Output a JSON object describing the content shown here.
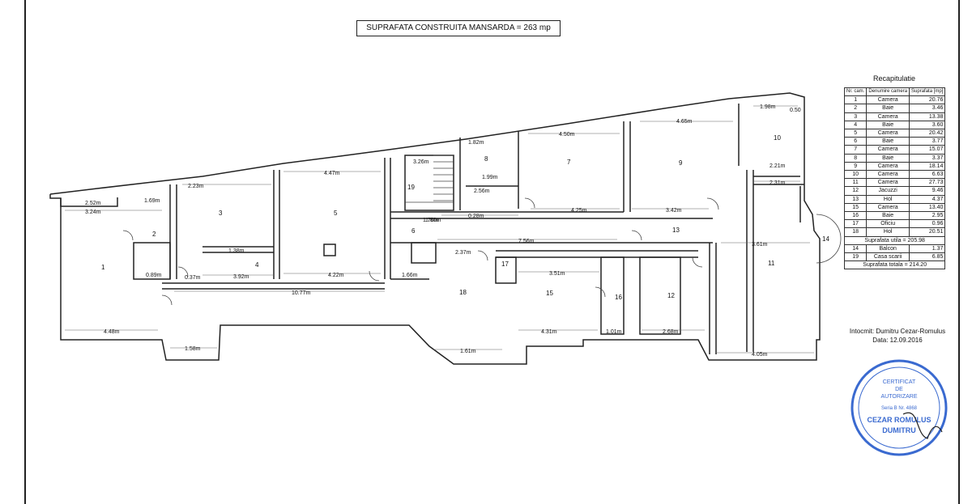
{
  "title": "SUPRAFATA CONSTRUITA MANSARDA = 263 mp",
  "recap": {
    "title": "Recapitulatie",
    "headers": [
      "Nr. cam.",
      "Denumire camera",
      "Suprafata [mp]"
    ],
    "rows": [
      {
        "nr": "1",
        "name": "Camera",
        "area": "20.76"
      },
      {
        "nr": "2",
        "name": "Baie",
        "area": "3.46"
      },
      {
        "nr": "3",
        "name": "Camera",
        "area": "13.38"
      },
      {
        "nr": "4",
        "name": "Baie",
        "area": "3.60"
      },
      {
        "nr": "5",
        "name": "Camera",
        "area": "20.42"
      },
      {
        "nr": "6",
        "name": "Baie",
        "area": "3.77"
      },
      {
        "nr": "7",
        "name": "Camera",
        "area": "15.07"
      },
      {
        "nr": "8",
        "name": "Baie",
        "area": "3.37"
      },
      {
        "nr": "9",
        "name": "Camera",
        "area": "18.14"
      },
      {
        "nr": "10",
        "name": "Camera",
        "area": "6.63"
      },
      {
        "nr": "11",
        "name": "Camera",
        "area": "27.73"
      },
      {
        "nr": "12",
        "name": "Jacuzzi",
        "area": "9.46"
      },
      {
        "nr": "13",
        "name": "Hol",
        "area": "4.37"
      },
      {
        "nr": "15",
        "name": "Camera",
        "area": "13.40"
      },
      {
        "nr": "16",
        "name": "Baie",
        "area": "2.95"
      },
      {
        "nr": "17",
        "name": "Oficiu",
        "area": "0.96"
      },
      {
        "nr": "18",
        "name": "Hol",
        "area": "20.51"
      }
    ],
    "subtotal_util": "Suprafata utila = 205.98",
    "extra_rows": [
      {
        "nr": "14",
        "name": "Balcon",
        "area": "1.37"
      },
      {
        "nr": "19",
        "name": "Casa scarii",
        "area": "6.85"
      }
    ],
    "total": "Suprafata totala = 214.20"
  },
  "author": {
    "line1": "Intocmit: Dumitru Cezar-Romulus",
    "line2": "Data: 12.09.2016"
  },
  "stamp": {
    "top": "CERTIFICAT",
    "de": "DE",
    "auth": "AUTORIZARE",
    "serie": "Seria B  Nr. 4868",
    "name1": "CEZAR ROMULUS",
    "name2": "DUMITRU"
  },
  "rooms": [
    {
      "n": "1"
    },
    {
      "n": "2"
    },
    {
      "n": "3"
    },
    {
      "n": "4"
    },
    {
      "n": "5"
    },
    {
      "n": "6"
    },
    {
      "n": "7"
    },
    {
      "n": "8"
    },
    {
      "n": "9"
    },
    {
      "n": "10"
    },
    {
      "n": "11"
    },
    {
      "n": "12"
    },
    {
      "n": "13"
    },
    {
      "n": "14"
    },
    {
      "n": "15"
    },
    {
      "n": "16"
    },
    {
      "n": "17"
    },
    {
      "n": "18"
    },
    {
      "n": "19"
    }
  ],
  "dims": [
    "2.52m",
    "3.24m",
    "1.69m",
    "2.23m",
    "4.47m",
    "3.26m",
    "1.80m",
    "1.82m",
    "4.50m",
    "4.65m",
    "1.98m",
    "0.50",
    "2.21m",
    "2.31m",
    "4.25m",
    "3.42m",
    "7.56m",
    "2.37m",
    "3.51m",
    "1.38m",
    "3.92m",
    "4.22m",
    "1.66m",
    "10.77m",
    "4.48m",
    "1.58m",
    "1.61m",
    "4.31m",
    "1.01m",
    "2.68m",
    "4.05m",
    "3.61m",
    "0.28m",
    "1.99m",
    "2.56m",
    "1.70m",
    "0.89m",
    "0.37m"
  ]
}
